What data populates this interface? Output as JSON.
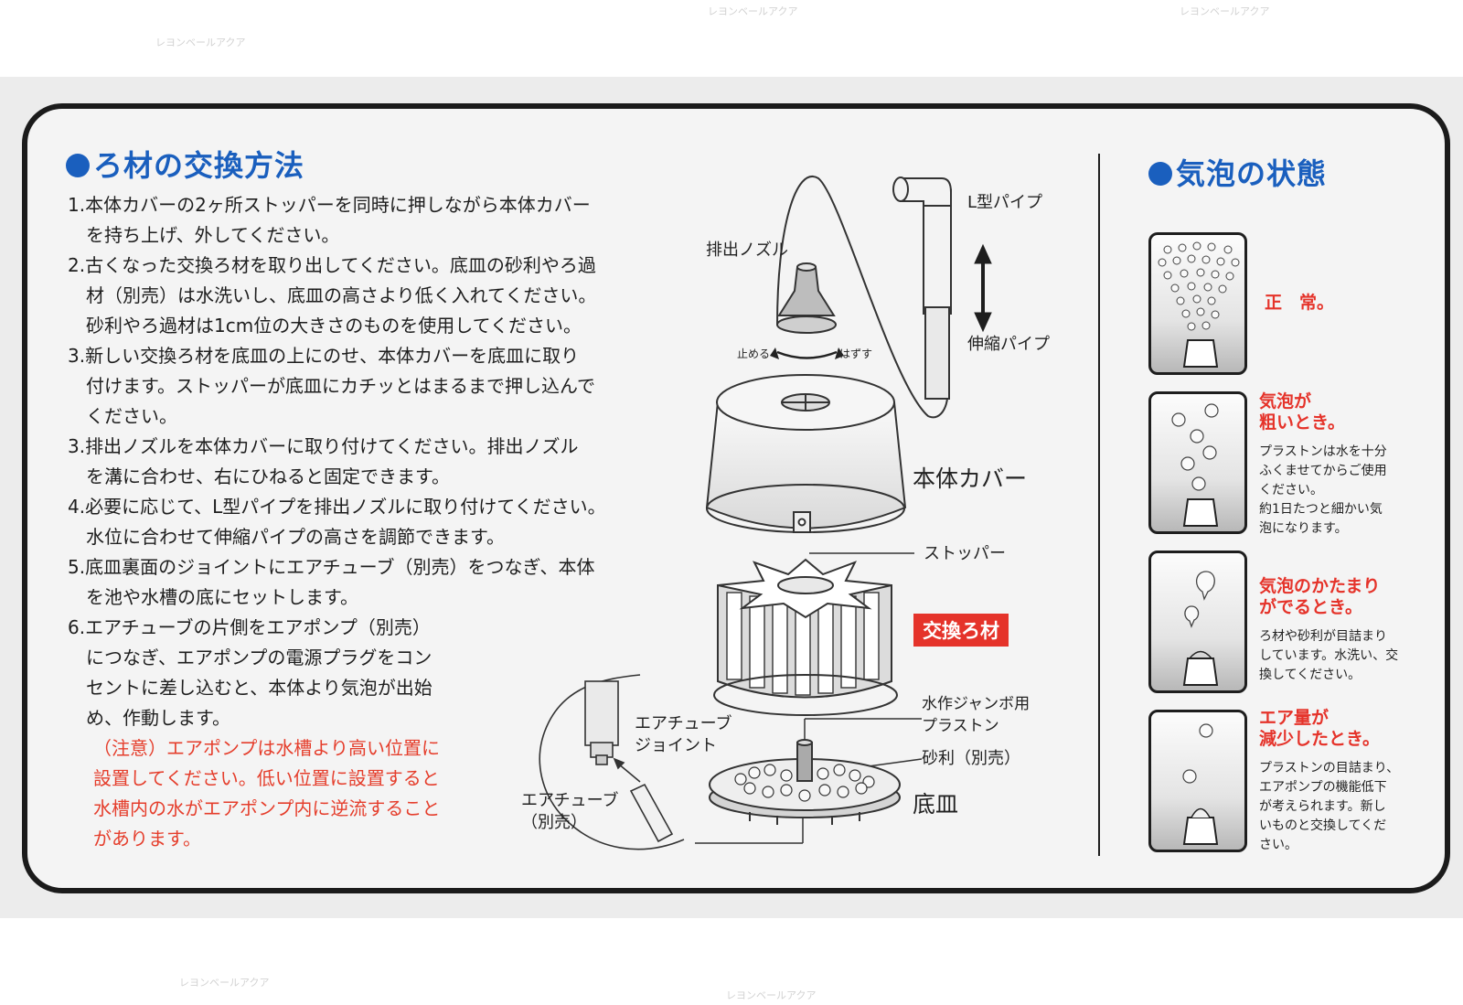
{
  "watermark": "レヨンベールアクア",
  "left": {
    "heading": "ろ材の交換方法",
    "steps": [
      "1.本体カバーの2ヶ所ストッパーを同時に押しながら本体カバー\n　を持ち上げ、外してください。",
      "2.古くなった交換ろ材を取り出してください。底皿の砂利やろ過\n　材（別売）は水洗いし、底皿の高さより低く入れてください。\n　砂利やろ過材は1cm位の大きさのものを使用してください。",
      "3.新しい交換ろ材を底皿の上にのせ、本体カバーを底皿に取り\n　付けます。ストッパーが底皿にカチッとはまるまで押し込んで\n　ください。",
      "3.排出ノズルを本体カバーに取り付けてください。排出ノズル\n　を溝に合わせ、右にひねると固定できます。",
      "4.必要に応じて、L型パイプを排出ノズルに取り付けてください。\n　水位に合わせて伸縮パイプの高さを調節できます。",
      "5.底皿裏面のジョイントにエアチューブ（別売）をつなぎ、本体\n　を池や水槽の底にセットします。",
      "6.エアチューブの片側をエアポンプ（別売）\n　につなぎ、エアポンプの電源プラグをコン\n　セントに差し込むと、本体より気泡が出始\n　め、作動します。"
    ],
    "note": "（注意）エアポンプは水槽より高い位置に\n設置してください。低い位置に設置すると\n水槽内の水がエアポンプ内に逆流すること\nがあります。"
  },
  "diagram": {
    "l_pipe": "L型パイプ",
    "nozzle": "排出ノズル",
    "stop": "止める",
    "release": "はずす",
    "extension_pipe": "伸縮パイプ",
    "cover": "本体カバー",
    "stopper": "ストッパー",
    "media": "交換ろ材",
    "plastone": "水作ジャンボ用\nプラストン",
    "gravel": "砂利（別売）",
    "tray": "底皿",
    "joint": "エアチューブ\nジョイント",
    "tube": "エアチューブ\n（別売）"
  },
  "right": {
    "heading": "気泡の状態",
    "states": [
      {
        "title": "正　常。",
        "desc": ""
      },
      {
        "title": "気泡が\n粗いとき。",
        "desc": "プラストンは水を十分\nふくませてからご使用\nください。\n約1日たつと細かい気\n泡になります。"
      },
      {
        "title": "気泡のかたまり\nがでるとき。",
        "desc": "ろ材や砂利が目詰まり\nしています。水洗い、交\n換してください。"
      },
      {
        "title": "エア量が\n減少したとき。",
        "desc": "プラストンの目詰まり、\nエアポンプの機能低下\nが考えられます。新し\nいものと交換してくだ\nさい。"
      }
    ]
  },
  "colors": {
    "heading_blue": "#1a5fbe",
    "accent_red": "#e5332a",
    "border": "#1b1b1b"
  }
}
